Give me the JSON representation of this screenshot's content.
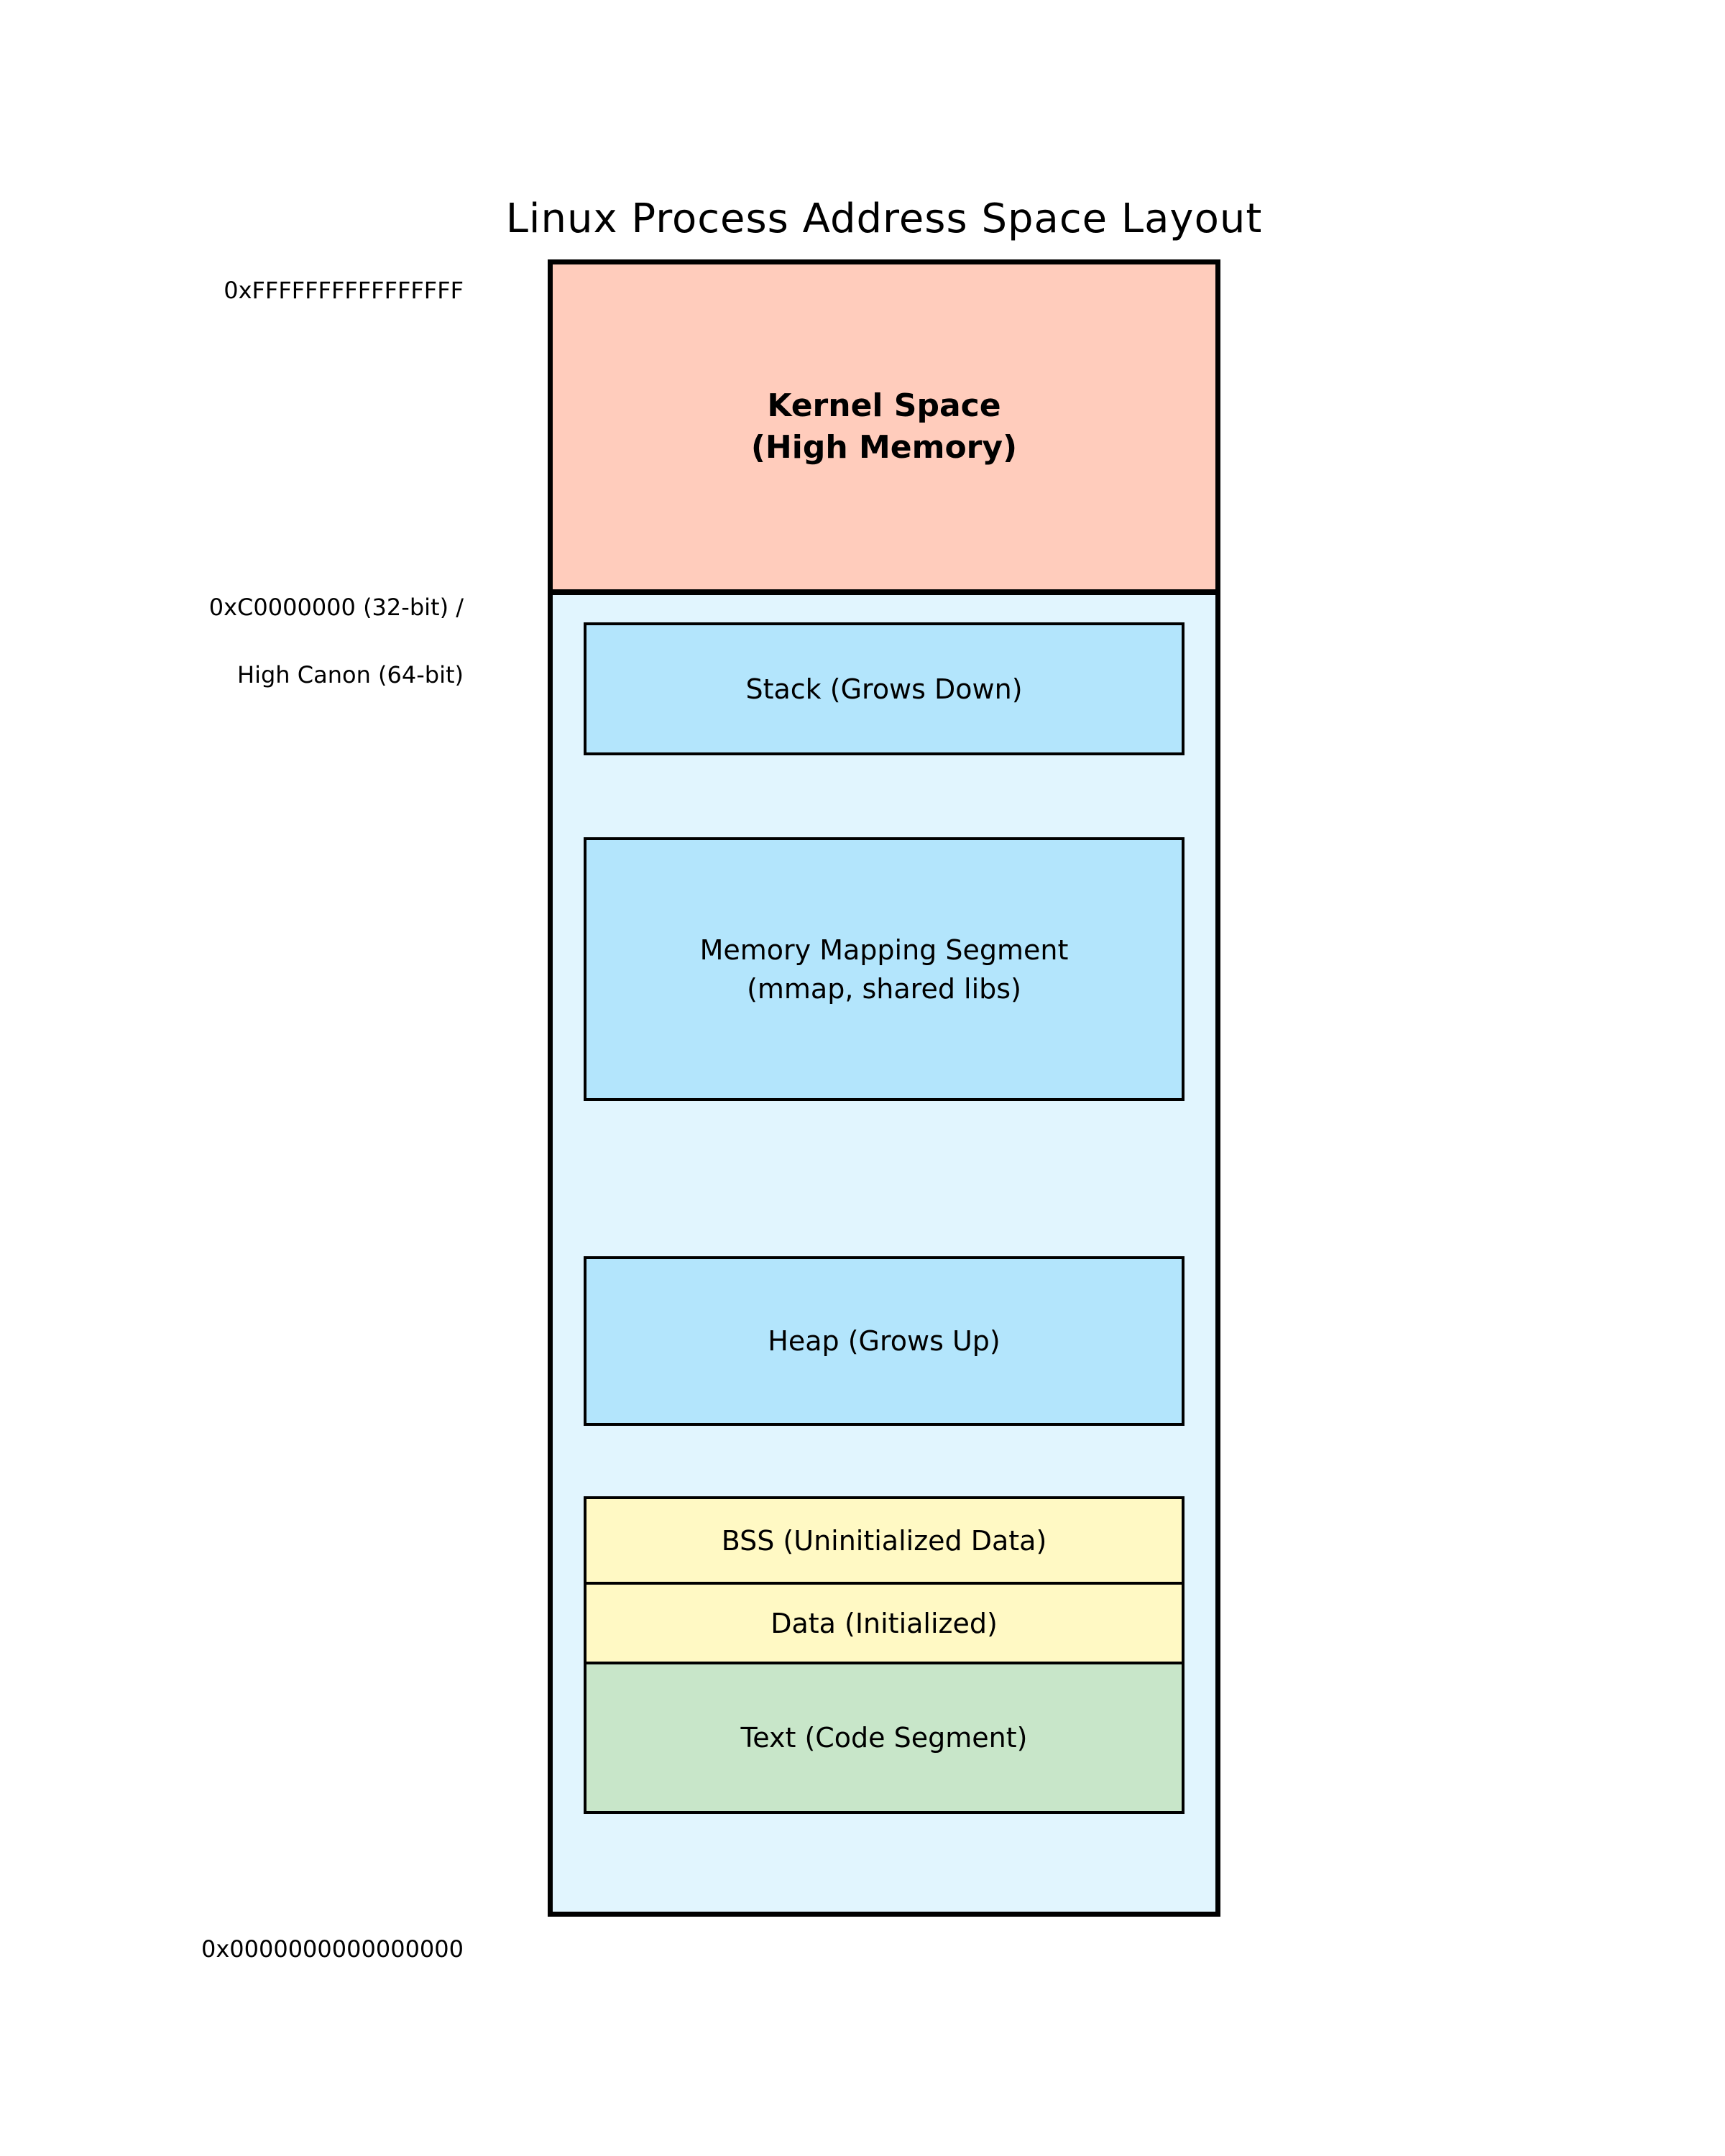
{
  "title": "Linux Process Address Space Layout",
  "address_labels": {
    "top": "0xFFFFFFFFFFFFFFFF",
    "kernel_boundary_line1": "0xC0000000 (32-bit) /",
    "kernel_boundary_line2": "High Canon (64-bit)",
    "bottom": "0x0000000000000000"
  },
  "segments": {
    "kernel": {
      "line1": "Kernel Space",
      "line2": "(High Memory)",
      "color": "#ffccbc"
    },
    "stack": {
      "label": "Stack (Grows Down)",
      "color": "#b3e5fc"
    },
    "mmap": {
      "line1": "Memory Mapping Segment",
      "line2": "(mmap, shared libs)",
      "color": "#b3e5fc"
    },
    "heap": {
      "label": "Heap (Grows Up)",
      "color": "#b3e5fc"
    },
    "bss": {
      "label": "BSS (Uninitialized Data)",
      "color": "#fff9c4"
    },
    "data": {
      "label": "Data (Initialized)",
      "color": "#fff9c4"
    },
    "text": {
      "label": "Text (Code Segment)",
      "color": "#c8e6c9"
    }
  },
  "colors": {
    "user_space_background": "#e1f5fe",
    "box_border": "#000000",
    "page_background": "#ffffff"
  }
}
